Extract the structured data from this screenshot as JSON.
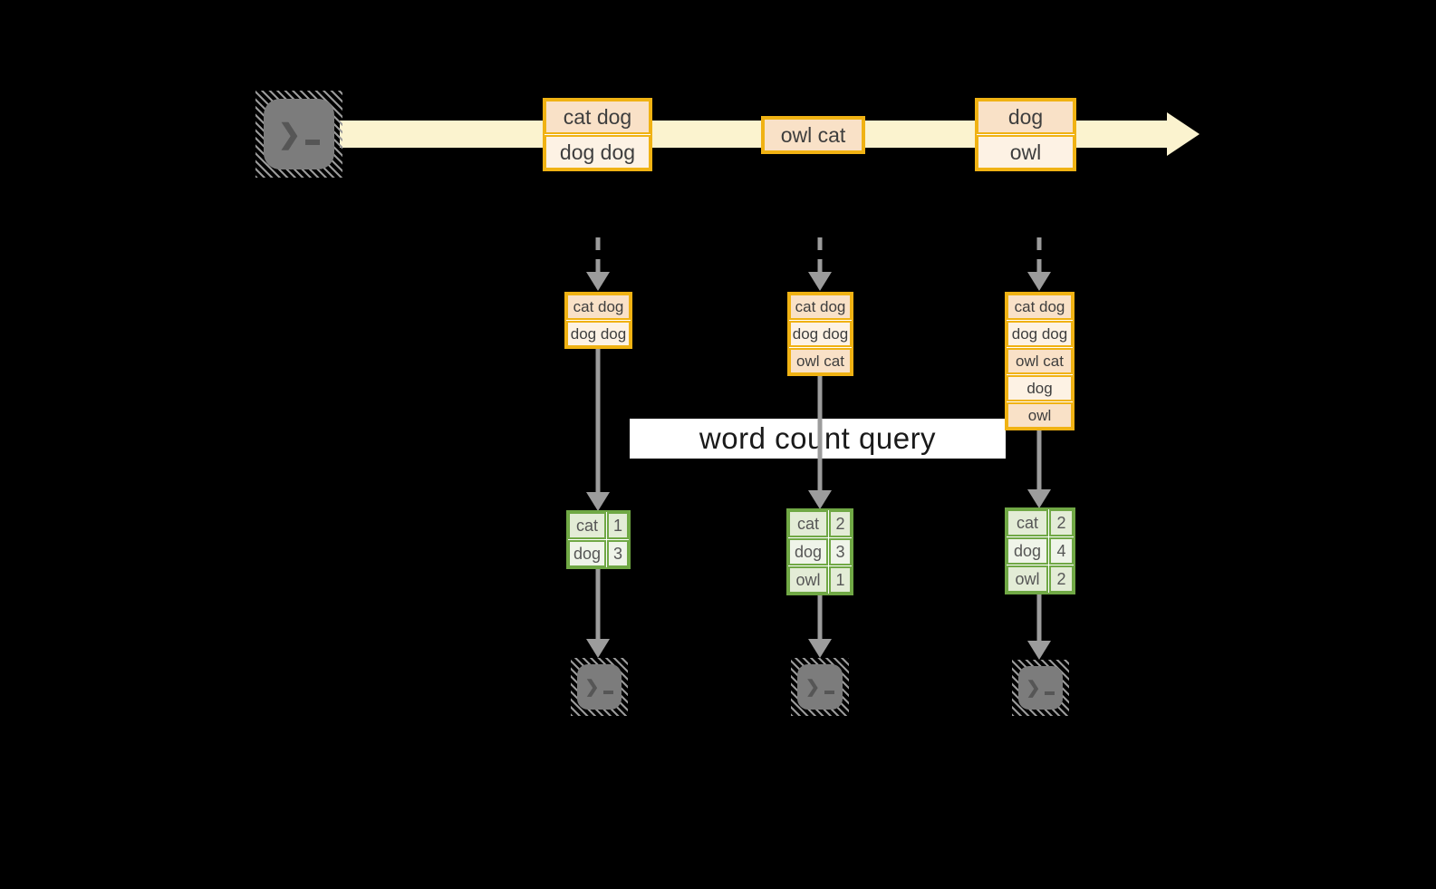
{
  "query_label": "word count query",
  "stream_events": [
    {
      "rows": [
        "cat dog",
        "dog dog"
      ]
    },
    {
      "rows": [
        "owl cat"
      ]
    },
    {
      "rows": [
        "dog",
        "owl"
      ]
    }
  ],
  "columns": [
    {
      "state_rows": [
        "cat dog",
        "dog dog"
      ],
      "count_rows": [
        [
          "cat",
          "1"
        ],
        [
          "dog",
          "3"
        ]
      ]
    },
    {
      "state_rows": [
        "cat dog",
        "dog dog",
        "owl cat"
      ],
      "count_rows": [
        [
          "cat",
          "2"
        ],
        [
          "dog",
          "3"
        ],
        [
          "owl",
          "1"
        ]
      ]
    },
    {
      "state_rows": [
        "cat dog",
        "dog dog",
        "owl cat",
        "dog",
        "owl"
      ],
      "count_rows": [
        [
          "cat",
          "2"
        ],
        [
          "dog",
          "4"
        ],
        [
          "owl",
          "2"
        ]
      ]
    }
  ],
  "icons": {
    "terminal_chevron": "❯"
  },
  "colors": {
    "background": "#000000",
    "stream_band": "#fbf3cf",
    "event_border": "#f0b213",
    "event_fill_dark": "#f9e1c7",
    "event_fill_light": "#fdf2e4",
    "table_border": "#70a845",
    "table_fill_dark": "#e3ecd6",
    "table_fill_light": "#eff4e9",
    "connector_gray": "#9c9c9c",
    "terminal_gray": "#7c7c7c"
  }
}
